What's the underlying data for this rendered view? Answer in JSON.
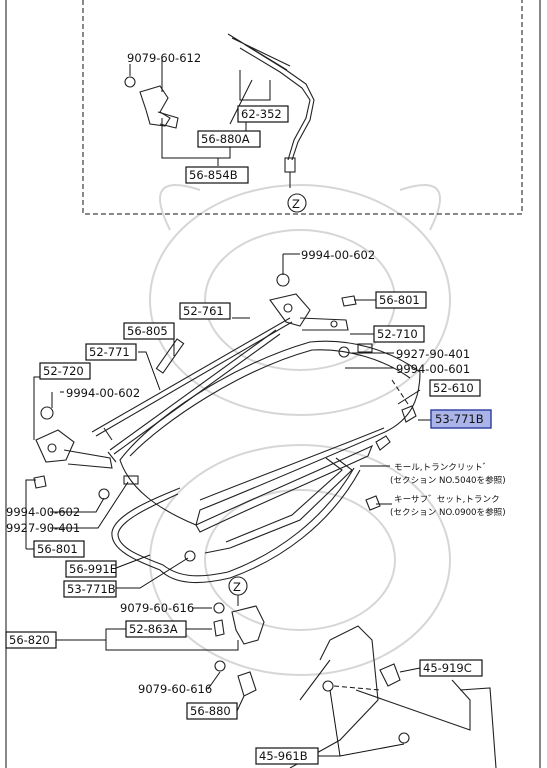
{
  "labels": {
    "top_bolt": "9079-60-612",
    "cable": "62-352",
    "latch_a": "56-880A",
    "latch_b": "56-854B",
    "marker_z": "Z",
    "nut_top": "9994-00-602",
    "hinge_right": "56-801",
    "torsion_bar": "52-761",
    "bracket_805": "56-805",
    "hinge_710": "52-710",
    "torsion_771": "52-771",
    "bumper_401": "9927-90-401",
    "hinge_left": "52-720",
    "nut_601": "9994-00-601",
    "nut_left": "9994-00-602",
    "lid": "52-610",
    "bumper_highlight": "53-771B",
    "molding_note_1": "モール,トランクリット゛",
    "molding_note_2": "(セクション NO.5040を参照)",
    "key_note_1": "キーサフ゛セット,トランク",
    "key_note_2": "(セクション NO.0900を参照)",
    "nut_left_bottom": "9994-00-602",
    "bumper_left_bottom": "9927-90-401",
    "hinge_left_bottom": "56-801",
    "weatherstrip": "56-991E",
    "bumper_bottom": "53-771B",
    "bolt_616_a": "9079-60-616",
    "latch_assy": "56-820",
    "striker": "52-863A",
    "bolt_616_b": "9079-60-616",
    "latch_880": "56-880",
    "fastener_919": "45-919C",
    "clip_961": "45-961B"
  },
  "colors": {
    "highlight_fill": "#aab4e8",
    "highlight_stroke": "#2b3c9e",
    "line": "#111111"
  }
}
